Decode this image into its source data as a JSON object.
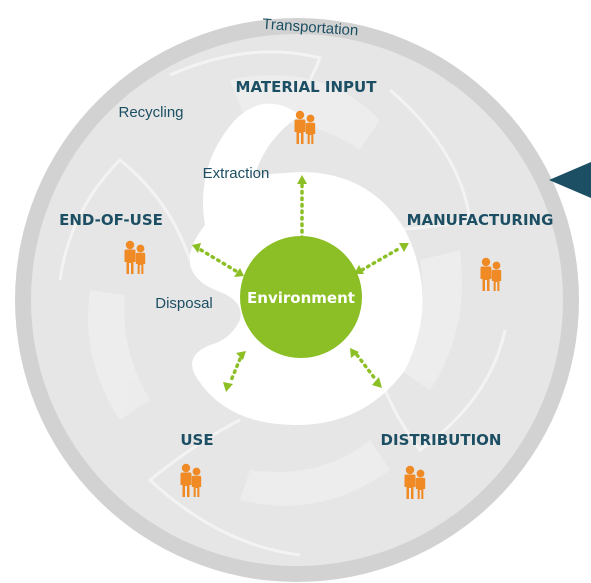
{
  "center": {
    "label": "Environment"
  },
  "stages": {
    "material_input": "MATERIAL INPUT",
    "manufacturing": "MANUFACTURING",
    "distribution": "DISTRIBUTION",
    "use": "USE",
    "end_of_use": "END-OF-USE"
  },
  "flows": {
    "transportation": "Transportation",
    "recycling": "Recycling",
    "extraction": "Extraction",
    "disposal": "Disposal"
  },
  "colors": {
    "outer_ring": "#d2d2d2",
    "segments": "#e9e9e9",
    "center_circle": "#8cbf26",
    "arrows": "#8cbf26",
    "people": "#f08a24",
    "labels": "#1c4f63",
    "pointer": "#1c4f63"
  },
  "icons": {
    "people": "people-pair-icon",
    "pointer": "triangle-pointer-icon"
  }
}
